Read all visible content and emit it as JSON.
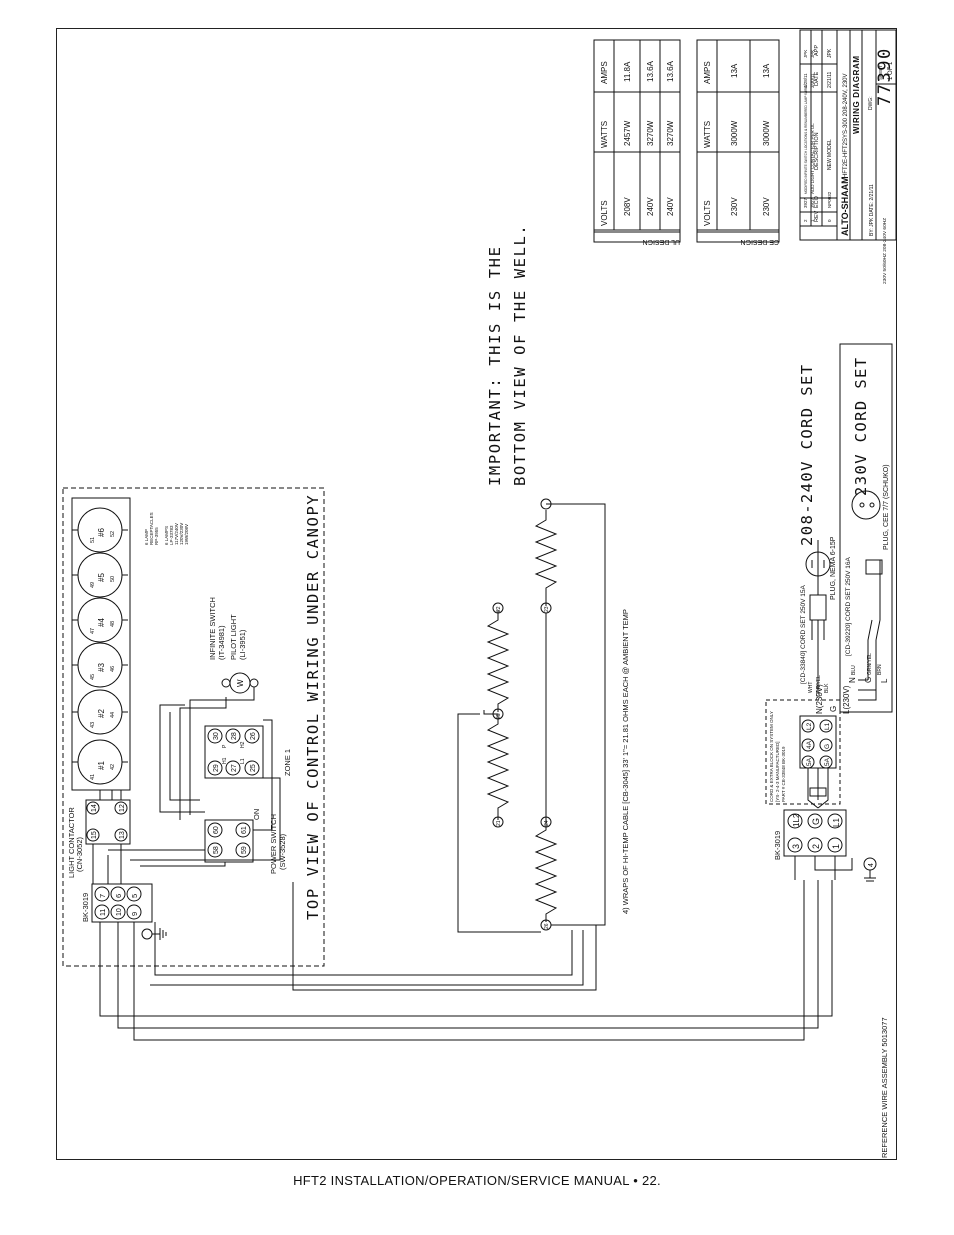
{
  "footer": {
    "text": "HFT2 INSTALLATION/OPERATION/SERVICE MANUAL •  22."
  },
  "diagram": {
    "main_title": "TOP VIEW OF CONTROL WIRING UNDER CANOPY",
    "important_line1": "IMPORTANT: THIS IS THE",
    "important_line2": "BOTTOM VIEW OF THE WELL.",
    "cable_note": "4) WRAPS OF HI-TEMP CABLE [CB-3045] 33' 1\"= 21.81 OHMS EACH @ AMBIENT TEMP",
    "reference_note": "REFERENCE WIRE ASSEMBLY 5013077",
    "light_contactor": {
      "line1": "LIGHT CONTACTOR",
      "line2": "(CN-3052)",
      "terminals": [
        "14",
        "12",
        "15",
        "13"
      ]
    },
    "bk_left": {
      "label": "BK-3019",
      "terminals": [
        "7",
        "11",
        "6",
        "10",
        "5",
        "9"
      ]
    },
    "power_switch": {
      "line1": "POWER SWITCH",
      "line2": "(SW-3528)",
      "on_label": "ON",
      "terminals": [
        "60",
        "61",
        "58",
        "59"
      ]
    },
    "infinite_switch": {
      "line1": "INFINITE SWITCH",
      "line2": "(IT-34981)",
      "line3": "PILOT LIGHT",
      "line4": "(LI-3951)",
      "terminals": [
        "30",
        "29",
        "28",
        "27",
        "26",
        "25"
      ],
      "terminal_labels": [
        "P",
        "H1",
        "H2",
        "L1"
      ],
      "zone": "ZONE 1",
      "pilot": "W"
    },
    "lamps": {
      "sockets": [
        "#1",
        "#2",
        "#3",
        "#4",
        "#5",
        "#6"
      ],
      "wire_numbers": [
        "41",
        "42",
        "43",
        "44",
        "45",
        "46",
        "47",
        "48",
        "49",
        "50",
        "51",
        "52"
      ],
      "note_lines": [
        "6 LAMP",
        "RECEPTACLES",
        "RP-3955",
        "6 LAMPS",
        "LP-33783",
        "117V/240V",
        "120V/230V",
        "19W/208V"
      ]
    },
    "heater_nodes": [
      "21",
      "22",
      "23",
      "24",
      "25",
      "26"
    ],
    "bk_right": {
      "label": "BK-3019",
      "terminals": [
        "3",
        "1L2",
        "2",
        "G",
        "1",
        "L1"
      ]
    },
    "ce_block": {
      "note_lines": [
        "CORD & EXTRA BLOCK ON SYSTEM ONLY",
        "[YS- 2-4-3 MANUFACTURED]",
        "PART # CB-33848 BK-3019"
      ],
      "terminals": [
        "5A",
        "L2",
        "5A",
        "G",
        "4A",
        "L1"
      ],
      "labels": [
        "N(230V)",
        "G",
        "L(230V)"
      ]
    },
    "ground_label": "4",
    "cord_us": {
      "spec": "[CD-33840] CORD SET 250V 15A",
      "wires": [
        "WHT",
        "GRN/YEL",
        "BLK"
      ],
      "plug": "PLUG, NEMA 6-15P",
      "title": "208-240V CORD SET"
    },
    "cord_ce": {
      "spec": "[CD-39220] CORD SET 250V 16A",
      "wires": [
        "N",
        "BLU",
        "G",
        "GRN/YEL",
        "L",
        "BRN"
      ],
      "plug": "PLUG, CEE 7/7 (SCHUKO)",
      "title": "230V CORD SET"
    },
    "ul_table": {
      "label": "UL DESIGN",
      "headers": [
        "VOLTS",
        "WATTS",
        "AMPS"
      ],
      "rows": [
        [
          "208V",
          "2457W",
          "11.8A"
        ],
        [
          "240V",
          "3270W",
          "13.6A"
        ],
        [
          "240V",
          "3270W",
          "13.6A"
        ]
      ]
    },
    "ce_table": {
      "label": "CE DESIGN",
      "headers": [
        "VOLTS",
        "WATTS",
        "AMPS"
      ],
      "rows": [
        [
          "230V",
          "3000W",
          "13A"
        ],
        [
          "230V",
          "3000W",
          "13A"
        ]
      ]
    },
    "title_block": {
      "headers": [
        "REV",
        "ECO",
        "DESCRIPTION",
        "DATE",
        "APP"
      ],
      "revisions": [
        [
          "2",
          "3927",
          "MODIFIED INFINITE SWITCH LOCATIONS & RENUMBERED LAMP WIRES",
          "4/28/11",
          "JPK"
        ],
        [
          "1",
          "3927",
          "ADD LIGHT CONTACTOR PER UL",
          "3/30/11",
          "JPK"
        ],
        [
          "0",
          "NP0032",
          "NEW MODEL",
          "2/21/11",
          "JPK"
        ]
      ],
      "company": "ALTO-SHAAM",
      "model": "HFT2E-HFT2SYS-300 208-240V, 230V",
      "doc_title": "WIRING DIAGRAM",
      "dwg_label": "DWG:",
      "dwg_number": "77390",
      "sheet_label": "SHEET",
      "sheet": "1 OF 1",
      "by": "BY: JPK DATE: 2/21/11",
      "ratings": "230V 50/60HZ 208-240V 60HZ"
    }
  }
}
